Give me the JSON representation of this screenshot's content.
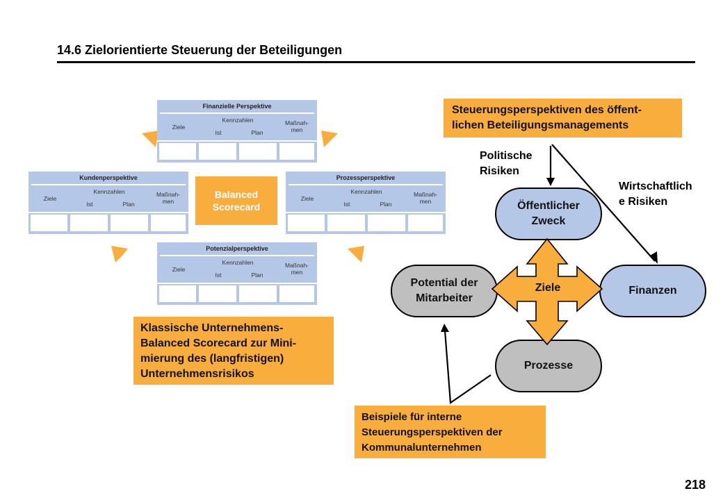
{
  "slide": {
    "title": "14.6 Zielorientierte Steuerung der Beteiligungen",
    "page_number": "218"
  },
  "bsc": {
    "center_label": "Balanced\nScorecard",
    "column_labels": {
      "ziele": "Ziele",
      "kennzahlen": "Kennzahlen",
      "ist": "Ist",
      "plan": "Plan",
      "massnahmen": "Maßnah-\nmen"
    },
    "perspectives": {
      "finanziell": "Finanzielle Perspektive",
      "kunden": "Kundenperspektive",
      "prozess": "Prozessperspektive",
      "potenzial": "Potenzialperspektive"
    },
    "caption": "Klassische Unternehmens-\nBalanced Scorecard zur Mini-\nmierung des (langfristigen)\nUnternehmensrisikos"
  },
  "public": {
    "header_box": "Steuerungsperspektiven des öffent-\nlichen Beteiligungsmanagements",
    "political_risks": "Politische\nRisiken",
    "economic_risks": "Wirtschaftlich\ne Risiken",
    "nodes": {
      "zweck": "Öffentlicher\nZweck",
      "finanzen": "Finanzen",
      "potential": "Potential der\nMitarbeiter",
      "prozesse": "Prozesse",
      "ziele": "Ziele"
    },
    "footer_box": "Beispiele für interne\nSteuerungsperspektiven der\nKommunalunternehmen"
  },
  "colors": {
    "orange": "#f8ad3c",
    "blue_node": "#b4c7e7",
    "gray_node": "#bfbfbf",
    "bsc_table": "#b4c7e7"
  }
}
